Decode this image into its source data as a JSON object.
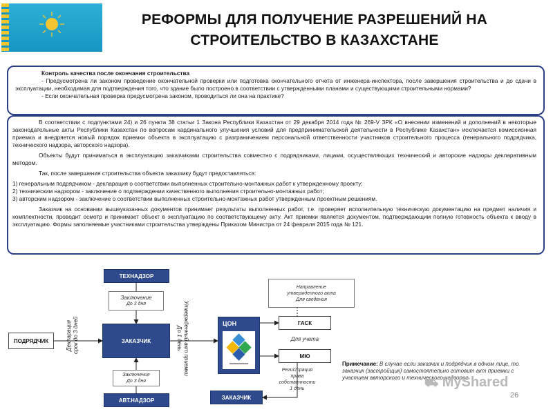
{
  "title": {
    "line1": "РЕФОРМЫ ДЛЯ ПОЛУЧЕНИЕ РАЗРЕШЕНИЙ НА",
    "line2": "СТРОИТЕЛЬСТВО В КАЗАХСТАНЕ"
  },
  "box1": {
    "heading": "Контроль качества после окончания строительства",
    "p1": "- Предусмотрена ли законом проведение окончательной проверки или подготовка окончательного отчета от инженера-инспектора, после завершения строительства и до сдачи в эксплуатации, необходимая для подтверждения того, что здание было построено в соответствии с утвержденными планами и существующими строительными нормами?",
    "p2": "- Если окончательная проверка предусмотрена законом, проводиться ли она на практике?"
  },
  "box2": {
    "p1": "В соответствии с подпунктами 24) и 26 пункта 38 статьи 1 Закона Республики Казахстан от 29 декабря 2014 года № 269-V ЗРК «О внесении изменений и дополнений в некоторые законодательные акты Республики Казахстан по вопросам кардинального улучшения условий для предпринимательской деятельности в Республике Казахстан» исключается комиссионная приемка и внедряется новый порядок приемки объекта в эксплуатацию с разграничением персональной ответственности участников строительного процесса (генерального подрядчика, технического надзора, авторского надзора).",
    "p2": "Объекты будут приниматься в эксплуатацию заказчиками строительства совместно с подрядчиками, лицами, осуществляющих технический и авторские надзоры декларативным методом.",
    "p3": "Так, после завершения строительства объекта заказчику будут предоставляться:",
    "list": [
      "1) генеральным подрядчиком - декларация о соответствии выполненных строительно-монтажных работ к утвержденному проекту;",
      "2) техническим надзором - заключение о подтверждении качественного выполнения строительно-монтажных работ;",
      "3) авторским надзором - заключение о соответствии выполненных строительно-монтажных работ утвержденным проектным решениям."
    ],
    "p4": "Заказчик на основании вышеуказанных документов принимает результаты выполненных работ, т.е. проверяет исполнительную техническую документацию на предмет наличия и комплектности, проводит осмотр и принимает объект в эксплуатацию по соответствующему акту. Акт приемки является документом, подтверждающим полную готовность объекта к вводу в эксплуатацию. Формы заполняемые участниками строительства утверждены Приказом Министра от 24 февраля 2015 года № 121."
  },
  "diagram": {
    "tehnadzor": "ТЕХНАДЗОР",
    "zakl_top_1": "Заключение",
    "zakl_top_2": "До 3 дня",
    "zakazchik": "ЗАКАЗЧИК",
    "podryadchik": "ПОДРЯДЧИК",
    "zakl_bot_1": "Заключение",
    "zakl_bot_2": "До 3 дня",
    "avtnadzor": "АВТ.НАДЗОР",
    "decl_1": "Декларация",
    "decl_2": "срок до 3 дней",
    "akt_1": "Утвержденный акт приемки",
    "akt_2": "До 1 день",
    "con": "ЦОН",
    "napr_1": "Направление",
    "napr_2": "утвержденного акта",
    "napr_3": "Для сведения",
    "gask": "ГАСК",
    "dlya_ucheta": "Для учета",
    "myu": "МЮ",
    "reg_1": "Регистрация",
    "reg_2": "права",
    "reg_3": "собственности",
    "reg_4": "1 день",
    "zakazchik2": "ЗАКАЗЧИК",
    "remark_label": "Примечание:",
    "remark_text": "В случае если заказчик и подрядчик в одном лице, то заказчик (застройщик) самостоятельно готовит акт приемки с участием авторского и технического надзоров"
  },
  "watermark": "MyShared",
  "page_number": "26",
  "colors": {
    "navy": "#2e4a8c",
    "border": "#2b3f86"
  }
}
